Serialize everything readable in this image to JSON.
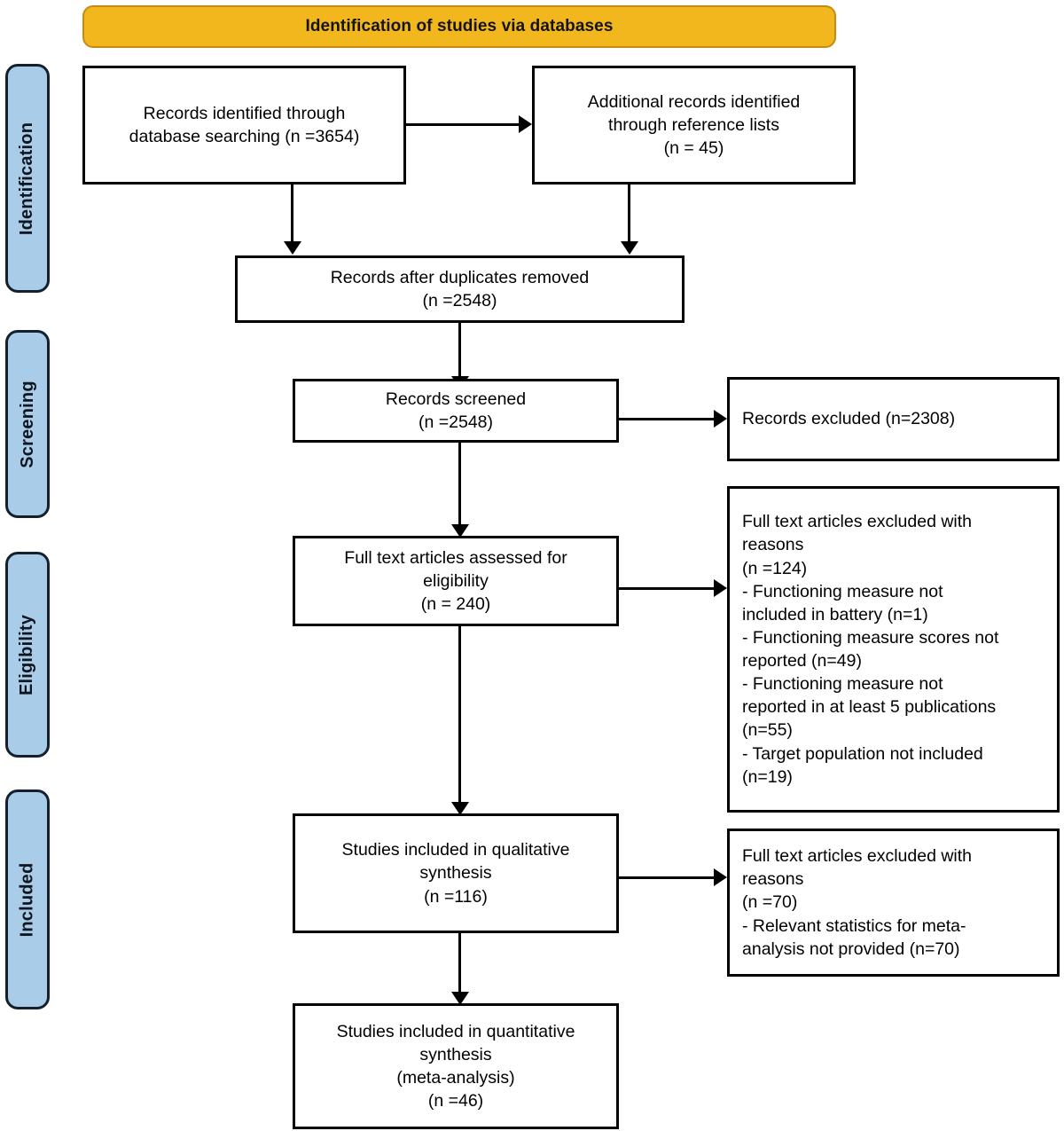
{
  "banner": {
    "title": "Identification of studies via databases"
  },
  "phases": [
    {
      "id": "identification",
      "label": "Identification"
    },
    {
      "id": "screening",
      "label": "Screening"
    },
    {
      "id": "eligibility",
      "label": "Eligibility"
    },
    {
      "id": "included",
      "label": "Included"
    }
  ],
  "boxes": {
    "records_identified": {
      "lines": [
        "Records identified through",
        "database searching (n =3654)"
      ]
    },
    "additional_records": {
      "lines": [
        "Additional records identified",
        "through reference lists",
        "(n = 45)"
      ]
    },
    "duplicates_removed": {
      "lines": [
        "Records after duplicates removed",
        "(n =2548)"
      ]
    },
    "records_screened": {
      "lines": [
        "Records screened",
        "(n =2548)"
      ]
    },
    "records_excluded": {
      "lines": [
        "Records excluded (n=2308)"
      ]
    },
    "fulltext_assessed": {
      "lines": [
        "Full text articles assessed for",
        "eligibility",
        "(n = 240)"
      ]
    },
    "fulltext_excluded_eligibility": {
      "lines": [
        "Full text articles excluded with",
        "reasons",
        "(n =124)",
        "- Functioning measure not",
        "included in battery (n=1)",
        "- Functioning measure scores not",
        "reported (n=49)",
        "- Functioning measure not",
        "reported in at least 5 publications",
        "(n=55)",
        "- Target population not included",
        "(n=19)"
      ]
    },
    "qualitative_synthesis": {
      "lines": [
        "Studies included in qualitative",
        "synthesis",
        "(n =116)"
      ]
    },
    "fulltext_excluded_included": {
      "lines": [
        "Full text articles excluded with",
        "reasons",
        "(n =70)",
        "- Relevant statistics for meta-",
        "analysis not provided (n=70)"
      ]
    },
    "quantitative_synthesis": {
      "lines": [
        "Studies included in quantitative",
        "synthesis",
        "(meta-analysis)",
        "(n =46)"
      ]
    }
  },
  "chart_data": {
    "type": "diagram",
    "title": "Identification of studies via databases",
    "diagram_kind": "PRISMA flow diagram",
    "phases": [
      "Identification",
      "Screening",
      "Eligibility",
      "Included"
    ],
    "nodes": [
      {
        "id": "records_identified",
        "phase": "Identification",
        "label": "Records identified through database searching",
        "n": 3654
      },
      {
        "id": "additional_records",
        "phase": "Identification",
        "label": "Additional records identified through reference lists",
        "n": 45
      },
      {
        "id": "duplicates_removed",
        "phase": "Identification",
        "label": "Records after duplicates removed",
        "n": 2548
      },
      {
        "id": "records_screened",
        "phase": "Screening",
        "label": "Records screened",
        "n": 2548
      },
      {
        "id": "records_excluded",
        "phase": "Screening",
        "label": "Records excluded",
        "n": 2308
      },
      {
        "id": "fulltext_assessed",
        "phase": "Eligibility",
        "label": "Full text articles assessed for eligibility",
        "n": 240
      },
      {
        "id": "fulltext_excluded_eligibility",
        "phase": "Eligibility",
        "label": "Full text articles excluded with reasons",
        "n": 124,
        "reasons": [
          {
            "text": "Functioning measure not included in battery",
            "n": 1
          },
          {
            "text": "Functioning measure scores not reported",
            "n": 49
          },
          {
            "text": "Functioning measure not reported in at least 5 publications",
            "n": 55
          },
          {
            "text": "Target population not included",
            "n": 19
          }
        ]
      },
      {
        "id": "qualitative_synthesis",
        "phase": "Included",
        "label": "Studies included in qualitative synthesis",
        "n": 116
      },
      {
        "id": "fulltext_excluded_included",
        "phase": "Included",
        "label": "Full text articles excluded with reasons",
        "n": 70,
        "reasons": [
          {
            "text": "Relevant statistics for meta-analysis not provided",
            "n": 70
          }
        ]
      },
      {
        "id": "quantitative_synthesis",
        "phase": "Included",
        "label": "Studies included in quantitative synthesis (meta-analysis)",
        "n": 46
      }
    ],
    "edges": [
      {
        "from": "records_identified",
        "to": "additional_records"
      },
      {
        "from": "records_identified",
        "to": "duplicates_removed"
      },
      {
        "from": "additional_records",
        "to": "duplicates_removed"
      },
      {
        "from": "duplicates_removed",
        "to": "records_screened"
      },
      {
        "from": "records_screened",
        "to": "records_excluded"
      },
      {
        "from": "records_screened",
        "to": "fulltext_assessed"
      },
      {
        "from": "fulltext_assessed",
        "to": "fulltext_excluded_eligibility"
      },
      {
        "from": "fulltext_assessed",
        "to": "qualitative_synthesis"
      },
      {
        "from": "qualitative_synthesis",
        "to": "fulltext_excluded_included"
      },
      {
        "from": "qualitative_synthesis",
        "to": "quantitative_synthesis"
      }
    ],
    "colors": {
      "banner": "#F3B71E",
      "phase_tab": "#A9CCE8",
      "box_border": "#000000",
      "box_fill": "#FFFFFF"
    }
  }
}
